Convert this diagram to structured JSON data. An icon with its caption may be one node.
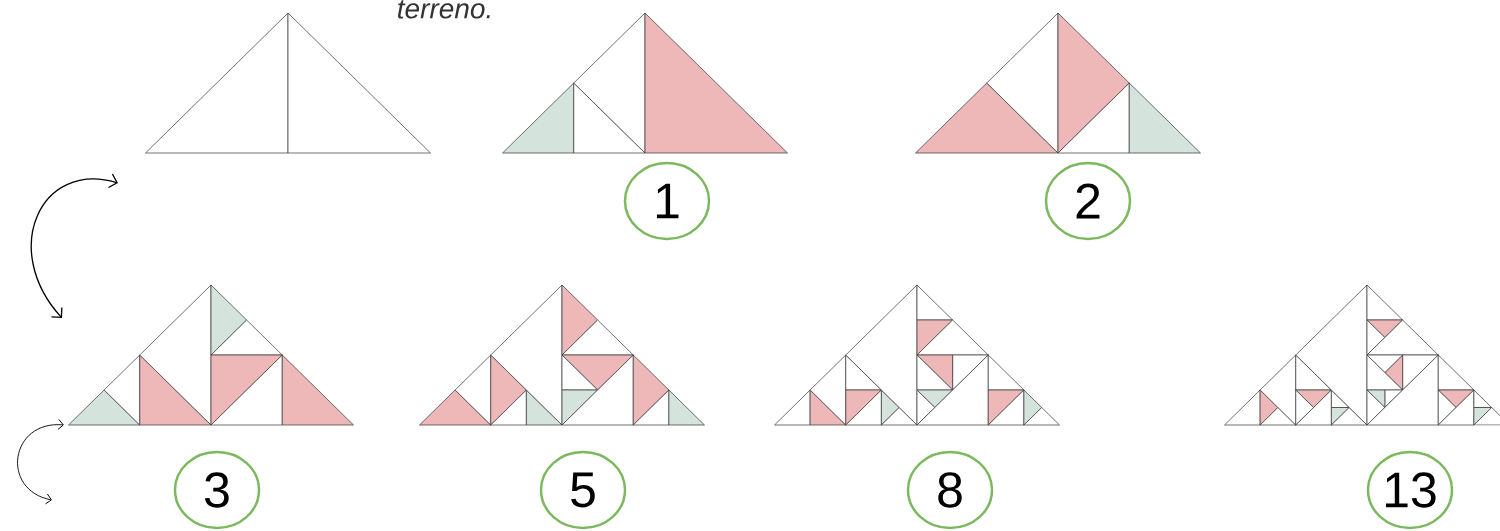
{
  "diagram": {
    "nodes": [
      {
        "text": [
          "1"
        ]
      },
      {
        "text": [
          "2"
        ]
      },
      {
        "text": [
          "3"
        ]
      },
      {
        "text": [
          "5"
        ]
      },
      {
        "text": [
          "8"
        ]
      },
      {
        "text": [
          "13"
        ]
      }
    ],
    "labels": [
      "terreno."
    ]
  }
}
